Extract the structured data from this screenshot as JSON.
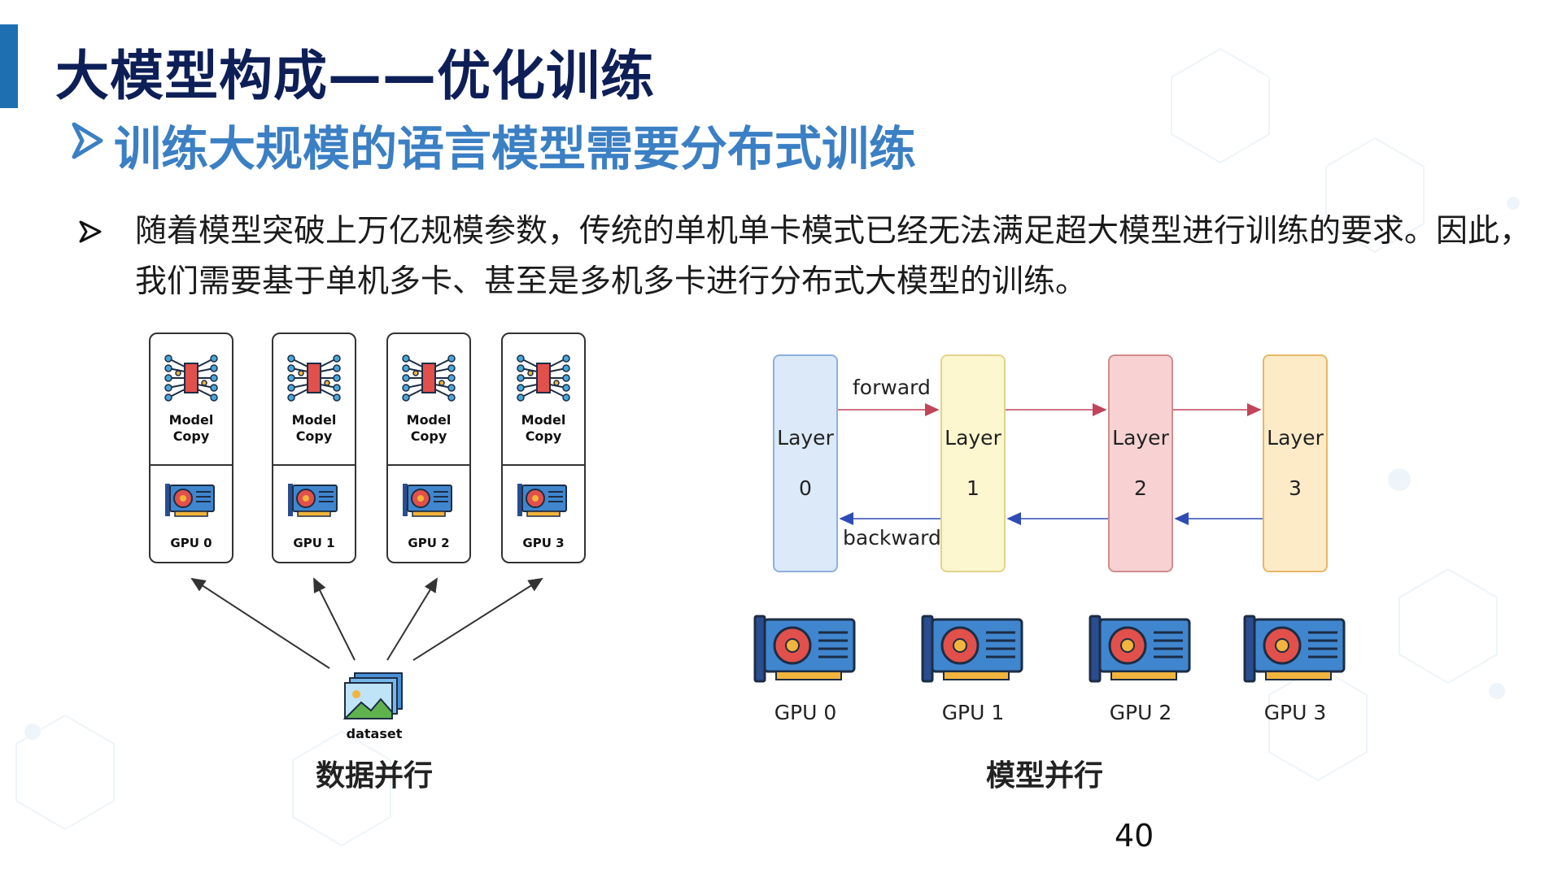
{
  "slide": {
    "title": "大模型构成——优化训练",
    "subtitle": "训练大规模的语言模型需要分布式训练",
    "body": "随着模型突破上万亿规模参数，传统的单机单卡模式已经无法满足超大模型进行训练的要求。因此，我们需要基于单机多卡、甚至是多机多卡进行分布式大模型的训练。",
    "page_number": "40"
  },
  "data_parallel": {
    "caption": "数据并行",
    "cards": [
      {
        "top": "Model",
        "bottom": "Copy",
        "gpu": "GPU 0"
      },
      {
        "top": "Model",
        "bottom": "Copy",
        "gpu": "GPU 1"
      },
      {
        "top": "Model",
        "bottom": "Copy",
        "gpu": "GPU 2"
      },
      {
        "top": "Model",
        "bottom": "Copy",
        "gpu": "GPU 3"
      }
    ],
    "dataset_label": "dataset"
  },
  "model_parallel": {
    "caption": "模型并行",
    "forward_label": "forward",
    "backward_label": "backward",
    "layers": [
      {
        "name": "Layer",
        "index": "0",
        "fill": "#dce9f9",
        "stroke": "#8fb0dc"
      },
      {
        "name": "Layer",
        "index": "1",
        "fill": "#fdf7cf",
        "stroke": "#e0d48a"
      },
      {
        "name": "Layer",
        "index": "2",
        "fill": "#f8d2d2",
        "stroke": "#cf8d8d"
      },
      {
        "name": "Layer",
        "index": "3",
        "fill": "#fdebc8",
        "stroke": "#e7b766"
      }
    ],
    "gpus": [
      "GPU 0",
      "GPU 1",
      "GPU 2",
      "GPU 3"
    ]
  },
  "colors": {
    "title": "#0e1f57",
    "subtitle": "#3b7fc4",
    "accent_bar": "#1e6fb2",
    "forward_arrow": "#c1455a",
    "backward_arrow": "#2f4bb5"
  },
  "icons": [
    "neural-network-icon",
    "gpu-card-icon",
    "dataset-image-icon",
    "arrow-right-icon"
  ]
}
